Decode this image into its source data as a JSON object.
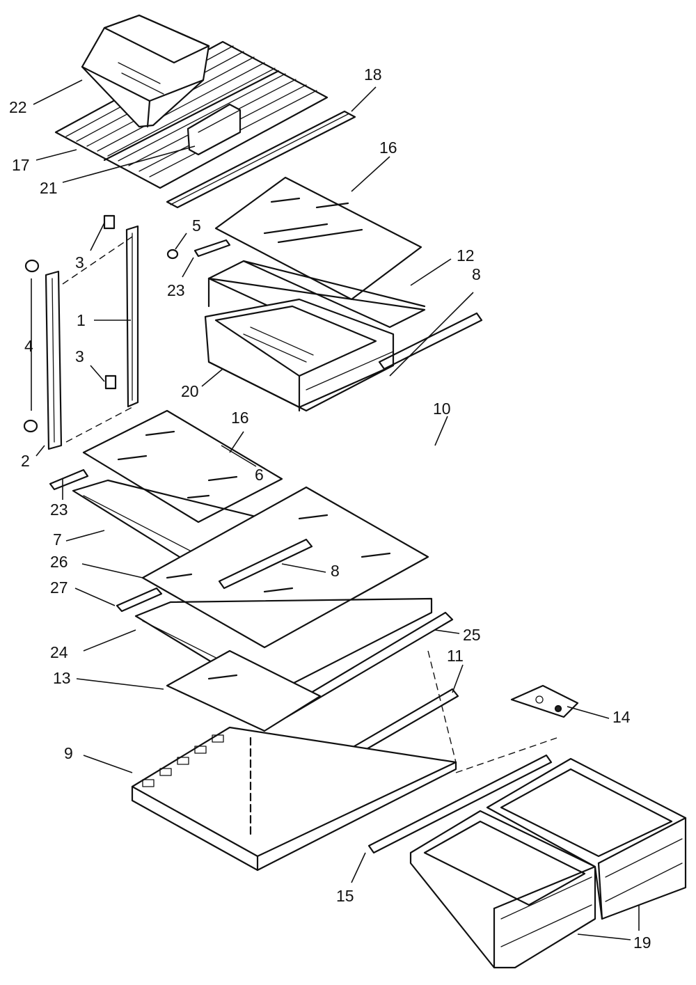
{
  "diagram": {
    "callouts": [
      {
        "id": "c1",
        "label": "1"
      },
      {
        "id": "c2",
        "label": "2"
      },
      {
        "id": "c3a",
        "label": "3"
      },
      {
        "id": "c3b",
        "label": "3"
      },
      {
        "id": "c4",
        "label": "4"
      },
      {
        "id": "c5",
        "label": "5"
      },
      {
        "id": "c6",
        "label": "6"
      },
      {
        "id": "c7",
        "label": "7"
      },
      {
        "id": "c8a",
        "label": "8"
      },
      {
        "id": "c8b",
        "label": "8"
      },
      {
        "id": "c9",
        "label": "9"
      },
      {
        "id": "c10",
        "label": "10"
      },
      {
        "id": "c11",
        "label": "11"
      },
      {
        "id": "c12",
        "label": "12"
      },
      {
        "id": "c13",
        "label": "13"
      },
      {
        "id": "c14",
        "label": "14"
      },
      {
        "id": "c15",
        "label": "15"
      },
      {
        "id": "c16a",
        "label": "16"
      },
      {
        "id": "c16b",
        "label": "16"
      },
      {
        "id": "c17",
        "label": "17"
      },
      {
        "id": "c18",
        "label": "18"
      },
      {
        "id": "c19",
        "label": "19"
      },
      {
        "id": "c20",
        "label": "20"
      },
      {
        "id": "c21",
        "label": "21"
      },
      {
        "id": "c22",
        "label": "22"
      },
      {
        "id": "c23a",
        "label": "23"
      },
      {
        "id": "c23b",
        "label": "23"
      },
      {
        "id": "c24",
        "label": "24"
      },
      {
        "id": "c25",
        "label": "25"
      },
      {
        "id": "c26",
        "label": "26"
      },
      {
        "id": "c27",
        "label": "27"
      }
    ]
  }
}
